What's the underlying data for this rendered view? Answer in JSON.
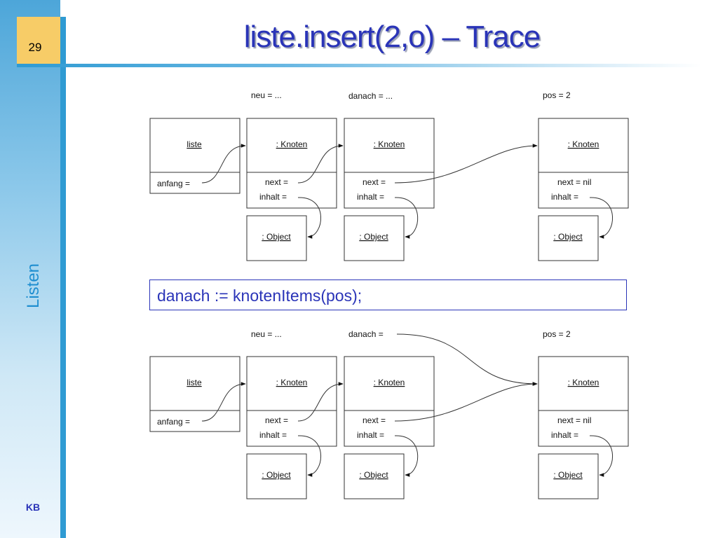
{
  "slide": {
    "page_number": "29",
    "title": "liste.insert(2,o) – Trace",
    "side_label": "Listen",
    "footer": "KB",
    "code": "danach := knotenItems(pos);"
  },
  "diagram": {
    "top_labels": {
      "neu": "neu  =  ...",
      "danach": "danach  =  ...",
      "pos": "pos  =  2"
    },
    "bottom_labels": {
      "neu": "neu  =  ...",
      "danach": "danach  =",
      "pos": "pos  =  2"
    },
    "liste_title": "liste",
    "anfang_label": "anfang  =",
    "knoten_title": ": Knoten",
    "next_label": "next  =",
    "next_nil_label": "next  =  nil",
    "inhalt_label": "inhalt  =",
    "object_title": ": Object"
  },
  "colors": {
    "title_blue": "#2a34b8",
    "sidebar_blue": "#2f9bd3",
    "page_box_yellow": "#f7cc67"
  }
}
